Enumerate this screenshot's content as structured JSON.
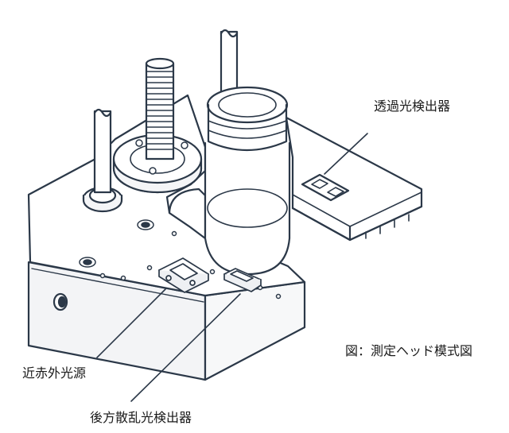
{
  "labels": {
    "transmitted_detector": "透過光検出器",
    "nir_source": "近赤外光源",
    "backscatter_detector": "後方散乱光検出器"
  },
  "caption": "図：測定ヘッド模式図",
  "colors": {
    "line": "#2b3848",
    "fill": "#ffffff",
    "shade": "#eef0f3"
  }
}
